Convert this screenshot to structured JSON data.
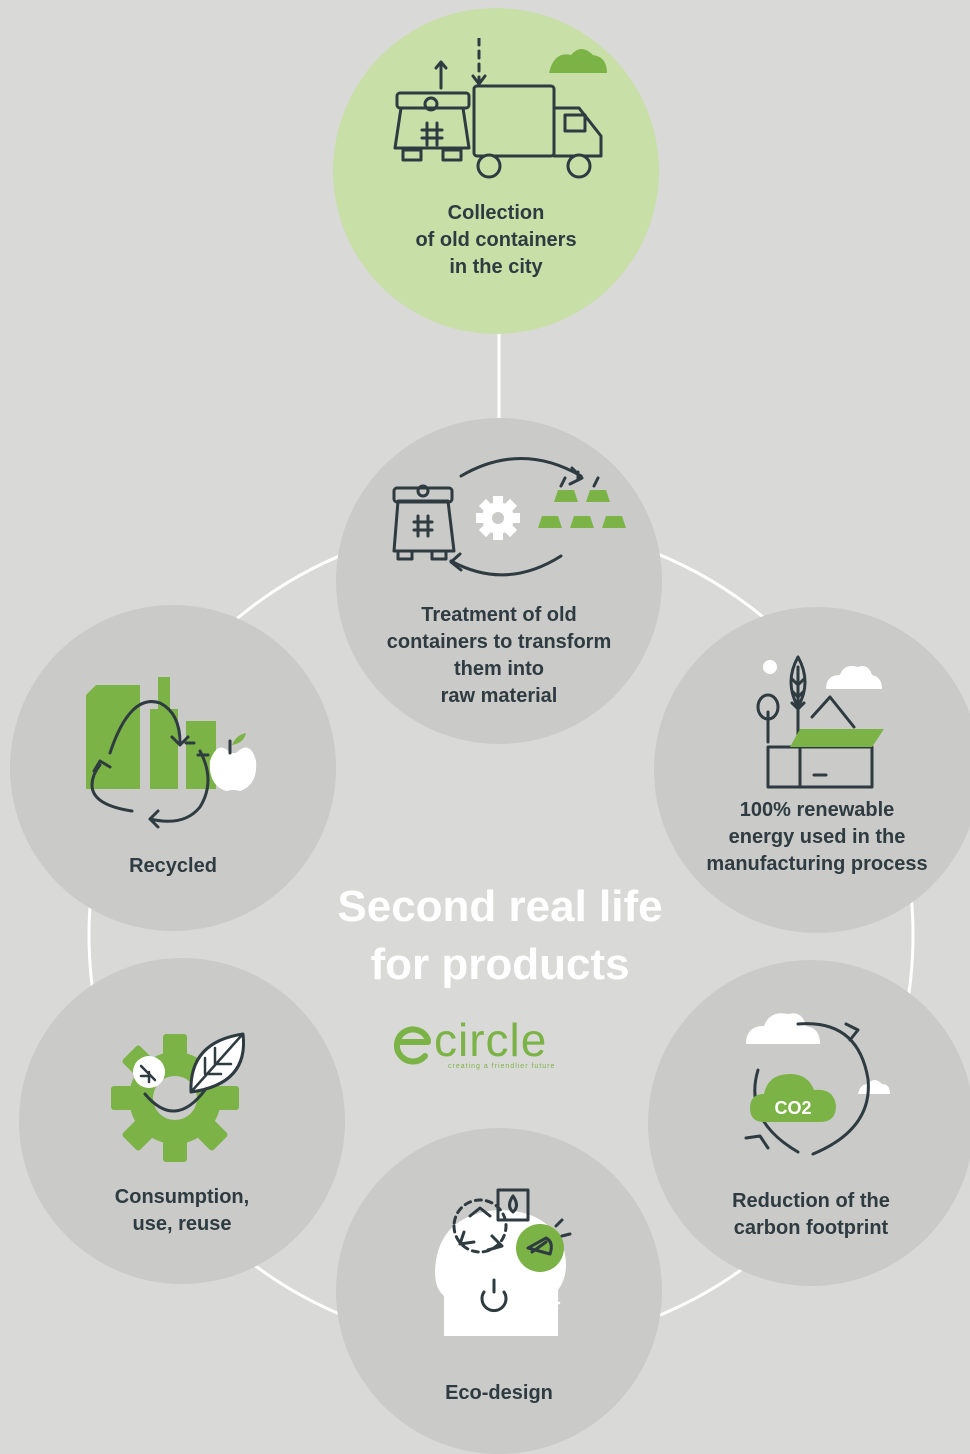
{
  "title": {
    "line1": "Second real life",
    "line2": "for products"
  },
  "logo": {
    "name": "circle",
    "tagline": "creating a friendlier future"
  },
  "steps": [
    {
      "lines": [
        "Collection",
        "of old containers",
        "in the city"
      ],
      "icon": "truck-container-icon"
    },
    {
      "lines": [
        "Treatment of old",
        "containers to transform",
        "them into",
        "raw material"
      ],
      "icon": "gear-cycle-icon"
    },
    {
      "lines": [
        "100% renewable",
        "energy used in the",
        "manufacturing process"
      ],
      "icon": "renewable-box-icon"
    },
    {
      "lines": [
        "Reduction of the",
        "carbon footprint"
      ],
      "icon": "co2-cloud-icon",
      "badge": "CO2"
    },
    {
      "lines": [
        "Eco-design"
      ],
      "icon": "head-idea-icon"
    },
    {
      "lines": [
        "Consumption,",
        "use, reuse"
      ],
      "icon": "leaf-gear-icon"
    },
    {
      "lines": [
        "Recycled"
      ],
      "icon": "recycle-packages-icon"
    }
  ],
  "colors": {
    "background": "#d9d9d8",
    "green": "#7cb346",
    "light_green": "#c8dfa8",
    "circle": "#cacac9",
    "text": "#2e3b40",
    "line": "#2e3b40"
  }
}
